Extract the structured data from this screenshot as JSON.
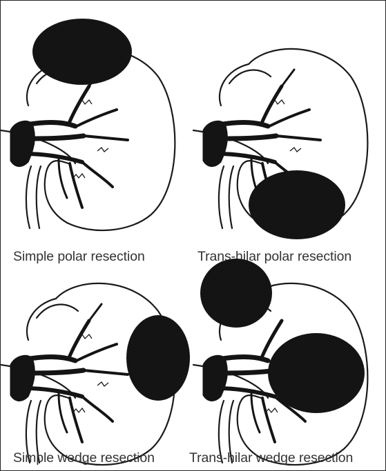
{
  "panels": [
    {
      "caption": "Simple polar resection",
      "tumor": "upper pole mass"
    },
    {
      "caption": "Trans-hilar polar resection",
      "tumor": "lower pole mass"
    },
    {
      "caption": "Simple wedge resection",
      "tumor": "lateral mass"
    },
    {
      "caption": "Trans-hilar wedge resection",
      "tumor": "upper pole and central masses"
    }
  ],
  "colors": {
    "outline": "#1a1a1a",
    "tumor": "#141414",
    "text": "#333333",
    "border": "#222222"
  }
}
